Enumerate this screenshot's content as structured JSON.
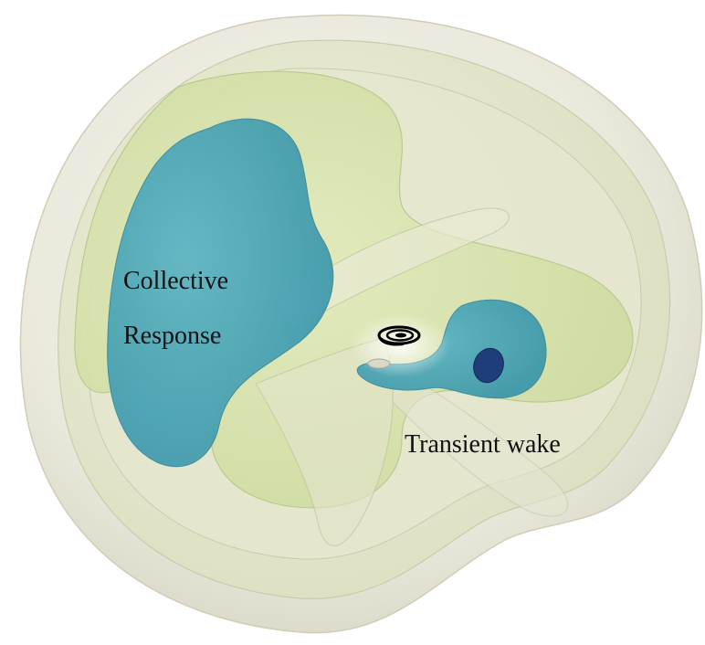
{
  "labels": {
    "collective_line1": "Collective",
    "collective_line2": "Response",
    "transient": "Transient wake"
  },
  "colors": {
    "background": "#ffffff",
    "outer_shell": "#e8e6d8",
    "middle_shell": "#e3e4c8",
    "inner_shell": "#d9e4b0",
    "teal_surface": "#4fa9b8",
    "dark_core": "#1f3d7a",
    "spiral": "#000000",
    "text": "#111111"
  },
  "icons": {
    "center_marker": "spiral-galaxy-icon"
  }
}
